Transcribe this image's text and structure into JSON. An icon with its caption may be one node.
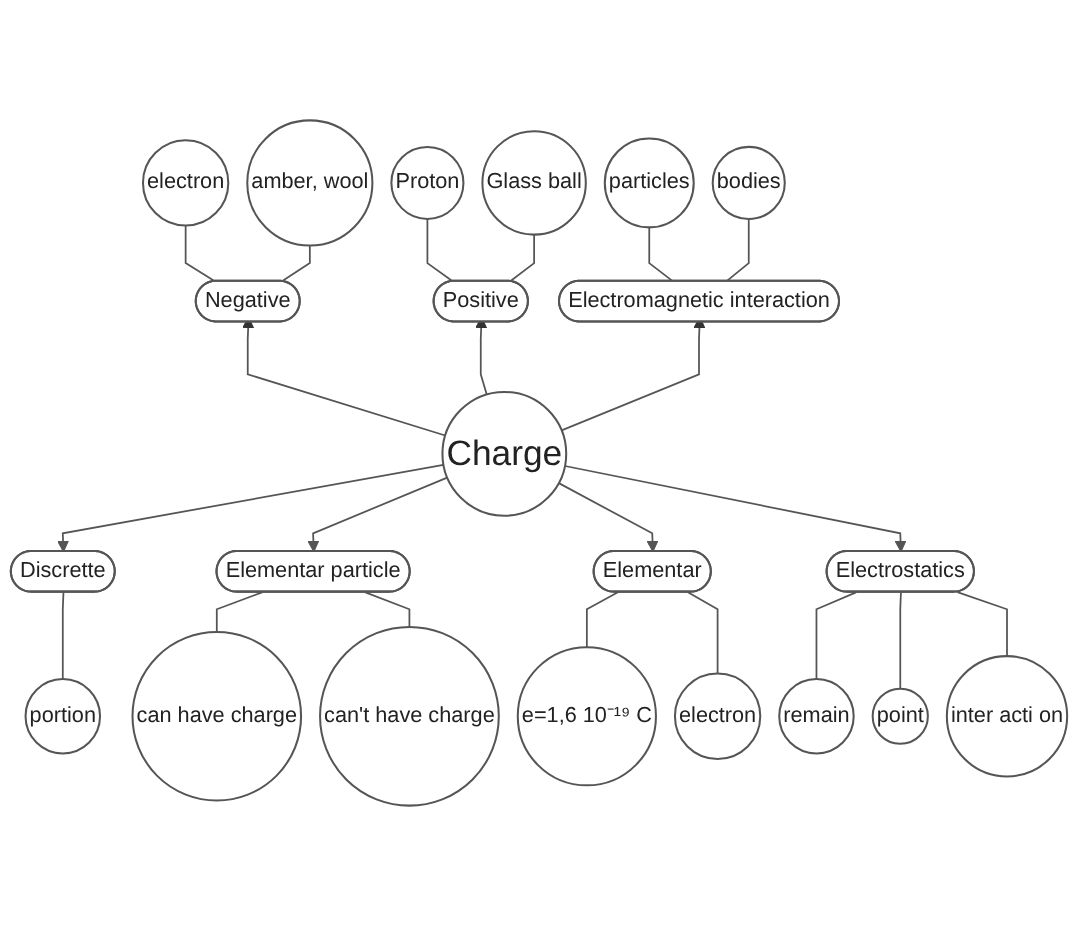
{
  "diagram": {
    "nodes": [
      {
        "text": [
          "electron"
        ]
      },
      {
        "text": [
          "amber, wool"
        ]
      },
      {
        "text": [
          "Negative"
        ]
      },
      {
        "text": [
          "particles"
        ]
      },
      {
        "text": [
          "Proton"
        ]
      },
      {
        "text": [
          "bodies"
        ]
      },
      {
        "text": [
          "Positive"
        ]
      },
      {
        "text": [
          "Electromagnetic interaction"
        ]
      },
      {
        "text": [
          "Glass ball"
        ]
      },
      {
        "text": [
          "can have charge"
        ]
      },
      {
        "text": [
          "Charge"
        ]
      },
      {
        "text": [
          "Discrette"
        ]
      },
      {
        "text": [
          "Elementar particle"
        ]
      },
      {
        "text": [
          "portion"
        ]
      },
      {
        "text": [
          "can't have charge"
        ]
      },
      {
        "text": [
          "Elementar"
        ]
      },
      {
        "text": [
          "Electrostatics"
        ]
      },
      {
        "text": [
          "e=1,6 10⁻¹⁹ C"
        ]
      },
      {
        "text": [
          "electron"
        ]
      },
      {
        "text": [
          "remain"
        ]
      },
      {
        "text": [
          "point"
        ]
      },
      {
        "text": [
          "inter acti on"
        ]
      }
    ],
    "edges": [
      {
        "from": 10,
        "to": 2,
        "arrow": "to"
      },
      {
        "from": 10,
        "to": 6,
        "arrow": "to"
      },
      {
        "from": 10,
        "to": 7,
        "arrow": "to"
      },
      {
        "from": 10,
        "to": 11,
        "arrow": "to"
      },
      {
        "from": 10,
        "to": 12,
        "arrow": "to"
      },
      {
        "from": 10,
        "to": 15,
        "arrow": "to"
      },
      {
        "from": 10,
        "to": 16,
        "arrow": "to"
      },
      {
        "from": 0,
        "to": 2,
        "arrow": "none"
      },
      {
        "from": 1,
        "to": 2,
        "arrow": "none"
      },
      {
        "from": 4,
        "to": 6,
        "arrow": "none"
      },
      {
        "from": 8,
        "to": 6,
        "arrow": "none"
      },
      {
        "from": 3,
        "to": 7,
        "arrow": "none"
      },
      {
        "from": 5,
        "to": 7,
        "arrow": "none"
      },
      {
        "from": 11,
        "to": 13,
        "arrow": "none"
      },
      {
        "from": 12,
        "to": 9,
        "arrow": "none"
      },
      {
        "from": 12,
        "to": 14,
        "arrow": "none"
      },
      {
        "from": 15,
        "to": 17,
        "arrow": "none"
      },
      {
        "from": 15,
        "to": 18,
        "arrow": "none"
      },
      {
        "from": 16,
        "to": 19,
        "arrow": "none"
      },
      {
        "from": 16,
        "to": 20,
        "arrow": "none"
      },
      {
        "from": 16,
        "to": 21,
        "arrow": "none"
      }
    ]
  }
}
